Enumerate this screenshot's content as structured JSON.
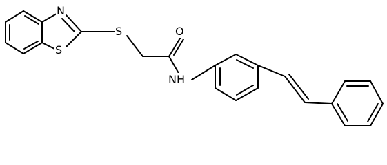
{
  "molecule": {
    "atom_labels": {
      "ring_n": "N",
      "ring_s": "S",
      "thioether_s": "S",
      "carbonyl_o": "O",
      "amide_nh": "NH"
    }
  }
}
